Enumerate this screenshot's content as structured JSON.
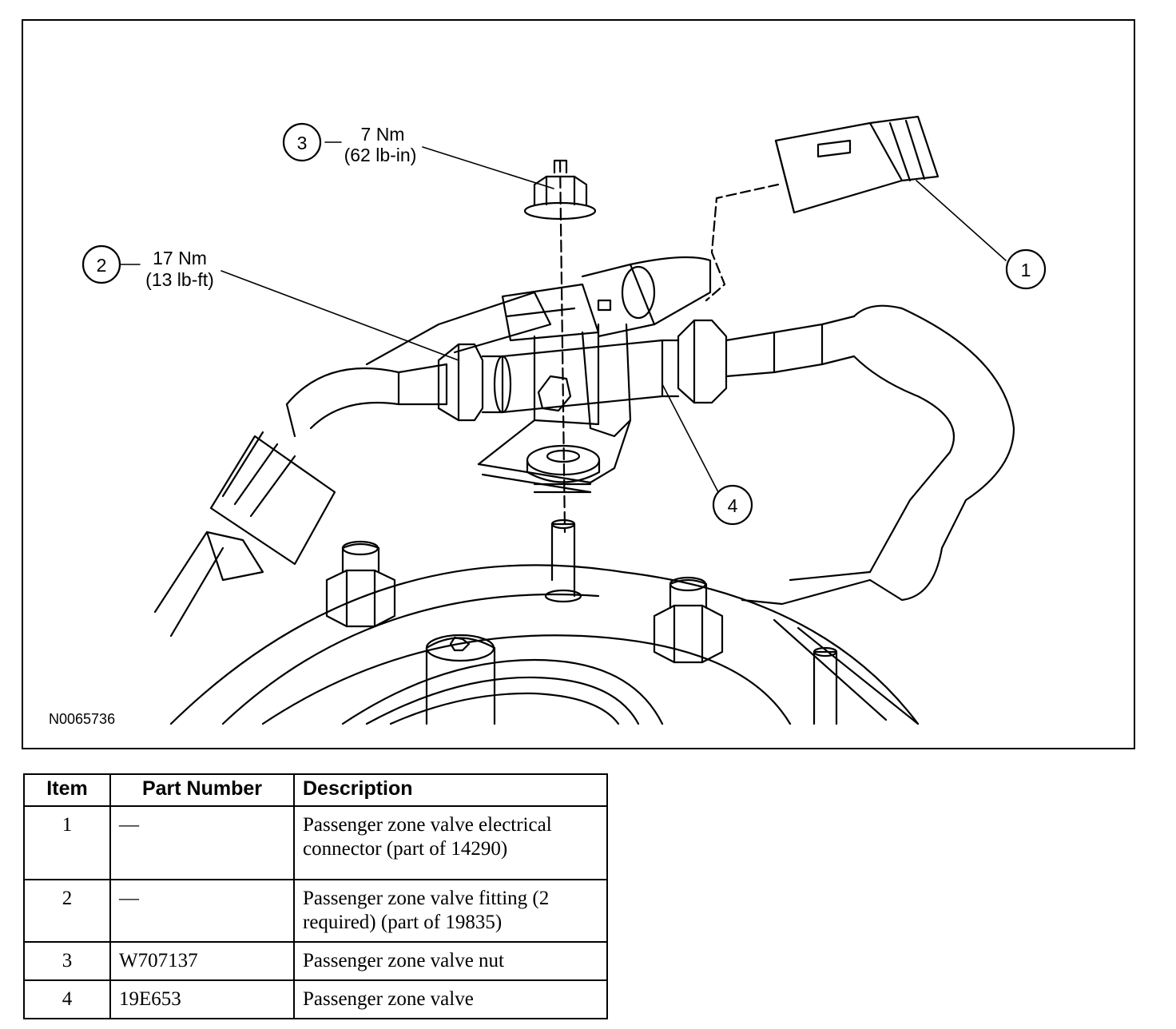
{
  "figure": {
    "id": "N0065736",
    "callouts": [
      {
        "num": "1",
        "torque": "",
        "torque_imperial": ""
      },
      {
        "num": "2",
        "torque": "17 Nm",
        "torque_imperial": "(13 lb-ft)"
      },
      {
        "num": "3",
        "torque": "7 Nm",
        "torque_imperial": "(62 lb-in)"
      },
      {
        "num": "4",
        "torque": "",
        "torque_imperial": ""
      }
    ]
  },
  "table": {
    "headers": [
      "Item",
      "Part Number",
      "Description"
    ],
    "rows": [
      {
        "item": "1",
        "part": "—",
        "desc": "Passenger zone valve electrical connector (part of 14290)"
      },
      {
        "item": "2",
        "part": "—",
        "desc": "Passenger zone valve fitting (2 required) (part of 19835)"
      },
      {
        "item": "3",
        "part": "W707137",
        "desc": "Passenger zone valve nut"
      },
      {
        "item": "4",
        "part": "19E653",
        "desc": "Passenger zone valve"
      }
    ]
  }
}
